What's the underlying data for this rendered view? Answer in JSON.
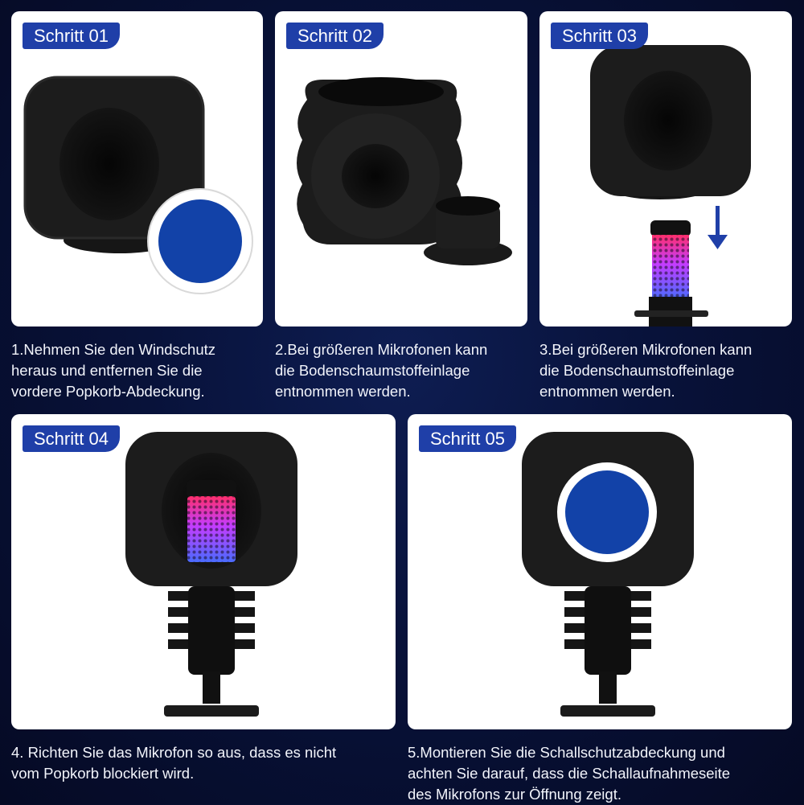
{
  "colors": {
    "background": "#08123a",
    "badge": "#1f3fa8",
    "cover_blue": "#1242a8",
    "foam": "#1b1b1b",
    "caption_text": "#f2f4fb"
  },
  "steps": [
    {
      "badge": "Schritt 01",
      "caption": "1.Nehmen Sie den Windschutz\nheraus und entfernen Sie die\nvordere Popkorb-Abdeckung."
    },
    {
      "badge": "Schritt 02",
      "caption": "2.Bei größeren Mikrofonen kann\ndie Bodenschaumstoffeinlage\nentnommen werden."
    },
    {
      "badge": "Schritt 03",
      "caption": "3.Bei größeren Mikrofonen kann\ndie Bodenschaumstoffeinlage\nentnommen werden."
    },
    {
      "badge": "Schritt 04",
      "caption": "4. Richten Sie das Mikrofon so aus, dass es nicht\nvom Popkorb blockiert wird."
    },
    {
      "badge": "Schritt 05",
      "caption": "5.Montieren Sie die Schallschutzabdeckung und\nachten Sie darauf, dass die Schallaufnahmeseite\ndes Mikrofons zur Öffnung zeigt."
    }
  ]
}
